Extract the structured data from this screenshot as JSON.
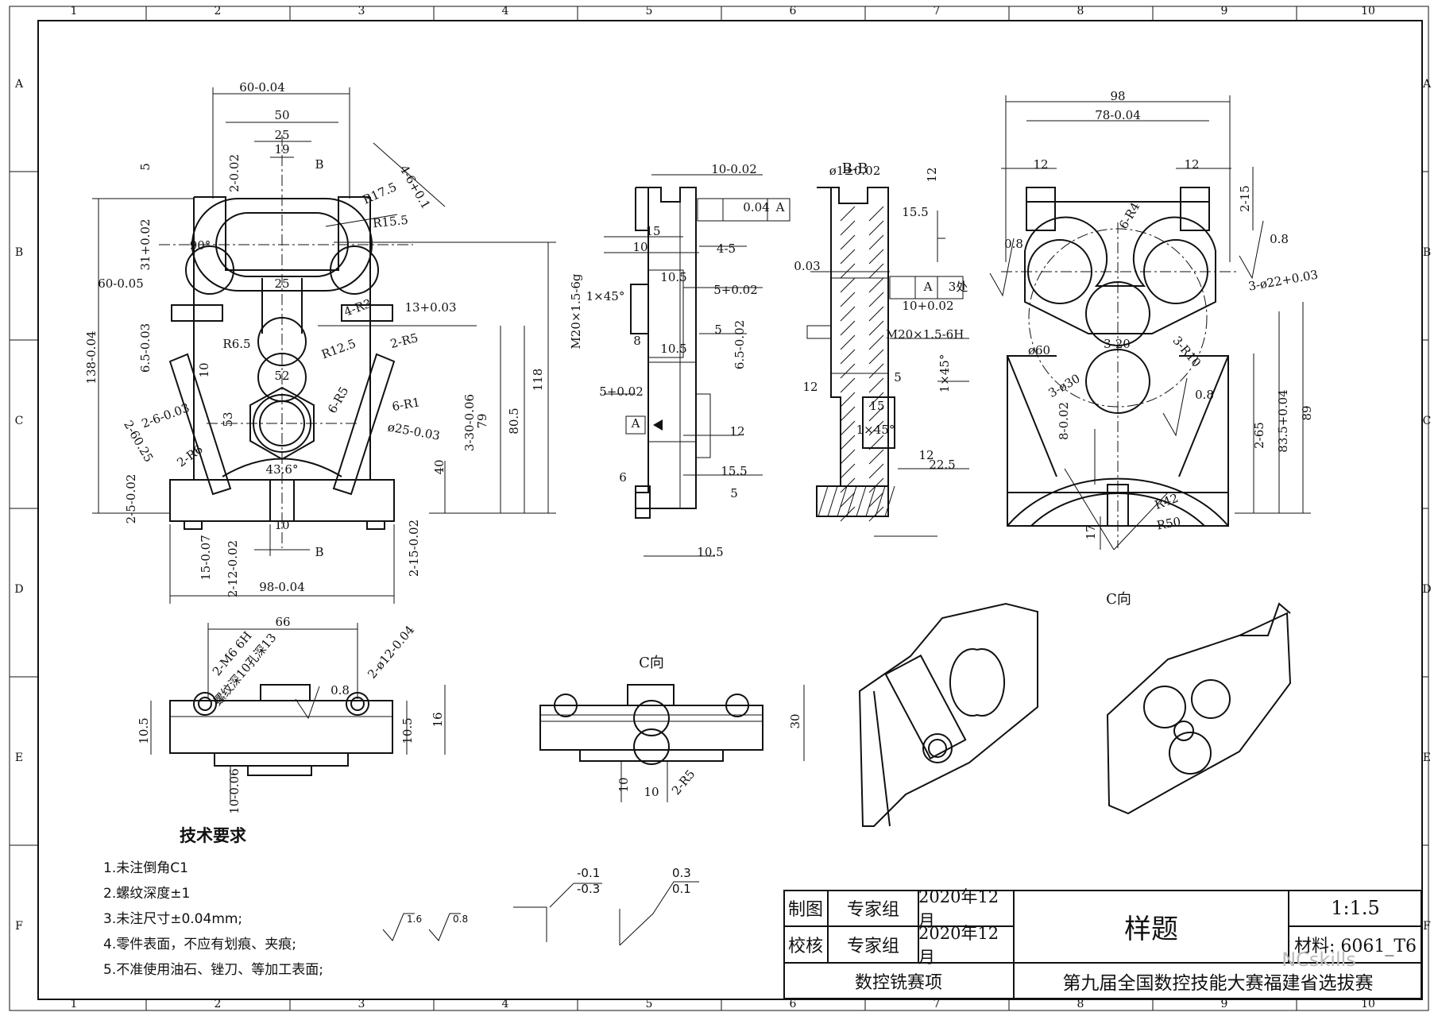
{
  "border": {
    "col_labels": [
      "1",
      "2",
      "3",
      "4",
      "5",
      "6",
      "7",
      "8",
      "9",
      "10"
    ],
    "row_labels": [
      "A",
      "B",
      "C",
      "D",
      "E",
      "F"
    ]
  },
  "views": {
    "front_top": {
      "dims": [
        "60-0.04",
        "50",
        "25",
        "19",
        "B",
        "2-0.02",
        "5",
        "R17.5",
        "4-6+0.1",
        "R15.5",
        "31+0.02",
        "90°",
        "60-0.05",
        "25",
        "4-R3",
        "13+0.03",
        "R6.5",
        "R12.5",
        "2-R5",
        "6.5-0.03",
        "10",
        "52",
        "6-R5",
        "6-R1",
        "138-0.04",
        "2-6-0.03",
        "53",
        "ø25-0.03",
        "3-30-0.06",
        "2-60.25",
        "2-R6",
        "43.6°",
        "2-5-0.02",
        "79",
        "80.5",
        "118",
        "40",
        "10",
        "B",
        "15-0.07",
        "2-12-0.02",
        "2-15-0.02",
        "98-0.04"
      ]
    },
    "side_left": {
      "dims": [
        "10-0.02",
        "0.04",
        "A",
        "15",
        "10",
        "4-5",
        "10.5",
        "5+0.02",
        "1×45°",
        "M20×1.5-6g",
        "5",
        "8",
        "10.5",
        "6.5-0.02",
        "5+0.02",
        "A",
        "12",
        "6",
        "15.5",
        "5",
        "10.5"
      ]
    },
    "section_bb": {
      "title": "B-B",
      "dims": [
        "ø1±0.02",
        "12",
        "15.5",
        "0.03",
        "A",
        "3处",
        "10+0.02",
        "M20×1.5-6H",
        "1×45°",
        "5",
        "12",
        "15",
        "1×45°",
        "12",
        "22.5"
      ]
    },
    "right_top": {
      "dims": [
        "98",
        "78-0.04",
        "12",
        "12",
        "2-15",
        "0.8",
        "6-R4",
        "0.8",
        "3-ø22+0.03",
        "ø60",
        "3-20",
        "3-R10",
        "3-ø30",
        "8-0.02",
        "0.8",
        "2-65",
        "83.5+0.04",
        "89",
        "R42",
        "R50",
        "17"
      ],
      "caption": "C向"
    },
    "bottom_front": {
      "dims": [
        "66",
        "2-M6 6H",
        "螺纹深10孔深13",
        "2-ø12-0.04",
        "0.8",
        "10.5",
        "10.5",
        "16",
        "10-0.06"
      ]
    },
    "bottom_c": {
      "caption": "C向",
      "dims": [
        "30",
        "10",
        "10",
        "2-R5"
      ]
    }
  },
  "requirements": {
    "title": "技术要求",
    "items": [
      "1.未注倒角C1",
      "2.螺纹深度±1",
      "3.未注尺寸±0.04mm;",
      "4.零件表面，不应有划痕、夹痕;",
      "5.不准使用油石、锉刀、等加工表面;"
    ]
  },
  "roughness": {
    "a": "1.6",
    "b": "0.8",
    "tol1_top": "-0.1",
    "tol1_bottom": "-0.3",
    "tol2_top": "0.3",
    "tol2_bottom": "0.1"
  },
  "title_block": {
    "r1_label": "制图",
    "r1_name": "专家组",
    "r1_date": "2020年12月",
    "r2_label": "校核",
    "r2_name": "专家组",
    "r2_date": "2020年12月",
    "title": "样题",
    "scale": "1:1.5",
    "material": "材料: 6061_T6",
    "event": "数控铣赛项",
    "competition": "第九届全国数控技能大赛福建省选拔赛",
    "watermark": "NCskills"
  }
}
